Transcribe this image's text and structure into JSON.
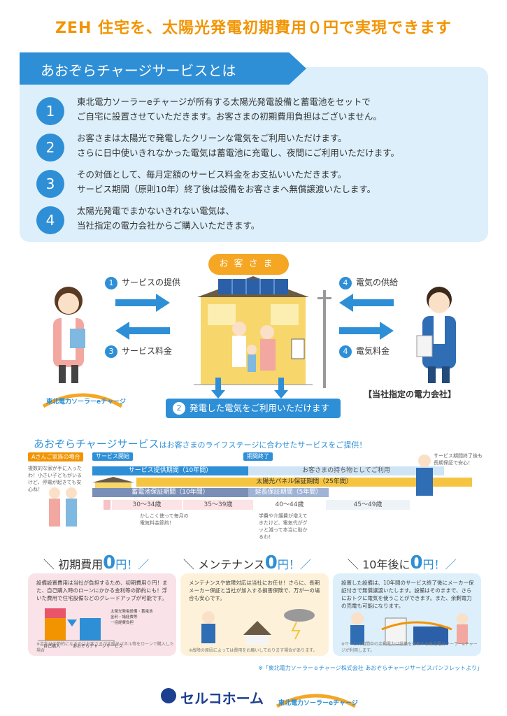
{
  "headline": "ZEH 住宅を、太陽光発電初期費用０円で実現できます",
  "about": {
    "title": "あおぞらチャージサービスとは",
    "items": [
      {
        "num": "1",
        "line1": "東北電力ソーラーeチャージが所有する太陽光発電設備と蓄電池をセットで",
        "line2": "ご自宅に設置させていただきます。お客さまの初期費用負担はございません。"
      },
      {
        "num": "2",
        "line1": "お客さまは太陽光で発電したクリーンな電気をご利用いただけます。",
        "line2": "さらに日中使いきれなかった電気は蓄電池に充電し、夜間にご利用いただけます。"
      },
      {
        "num": "3",
        "line1": "その対価として、毎月定額のサービス料金をお支払いいただきます。",
        "line2": "サービス期間（原則10年）終了後は設備をお客さまへ無償譲渡いたします。"
      },
      {
        "num": "4",
        "line1": "太陽光発電でまかないきれない電気は、",
        "line2": "当社指定の電力会社からご購入いただきます。"
      }
    ]
  },
  "scene": {
    "customer_badge": "お客さま",
    "flow": [
      {
        "num": "1",
        "label": "サービスの提供"
      },
      {
        "num": "3",
        "label": "サービス料金"
      },
      {
        "num": "4",
        "label": "電気の供給"
      },
      {
        "num": "4",
        "label": "電気料金"
      }
    ],
    "partner_label": "【当社指定の電力会社】",
    "generation": {
      "num": "2",
      "label": "発電した電気をご利用いただけます"
    },
    "ec_logo_text": "東北電力ソーラーeチャージ"
  },
  "life": {
    "title_main": "あおぞらチャージサービス",
    "title_sub": "はお客さまのライフステージに合わせたサービスをご提供！",
    "family_tag": "Aさんご家族の場合",
    "family_note": "複数的な家が手に入ったわ！小さい子どもがいるけど、停電が起きても安心ね！",
    "tag_start": "サービス開始",
    "tag_end": "期間終了",
    "bar_service": "サービス提供期間（10年間）",
    "bar_own": "お客さまの持ち物としてご利用",
    "bar_panel": "太陽光パネル保証期間（25年間）",
    "bar_battery": "蓄電池保証期間（10年間）",
    "bar_extended": "延長保証期間（5年間）",
    "ages": [
      "30～34歳",
      "35～39歳",
      "40～44歳",
      "45～49歳"
    ],
    "note_a": "かしこく使って毎月の電気料金節約！",
    "note_b": "学費や介護費が増えてきたけど、電気代がグッと減って本当に助かるわ！",
    "note_c": "サービス期間終了後も長期保証で安心！"
  },
  "benefits": [
    {
      "prefix": "＼ 初期費用",
      "zero": "0",
      "suffix": "円！／",
      "text": "設備設置費用は当社が負担するため、初期費用０円！また、自己購入時のローンにかかる金利等の節約にも！浮いた費用で住宅設備などのグレードアップが可能です。",
      "chart_left": "自己購入",
      "chart_right": "あおぞらチャージサービス",
      "legend": [
        "太陽光発電設備・蓄電池",
        "金利・諸経費等",
        "一括経費負担"
      ],
      "foot": "※金利分の節約になるのはお客さまが太陽光パネル等をローンで購入した場合"
    },
    {
      "prefix": "＼ メンテナンス",
      "zero": "0",
      "suffix": "円！／",
      "text": "メンテナンスや故障対応は当社にお任せ！さらに、長期メーカー保証と当社が加入する損害保険で、万が一の場合も安心です。",
      "foot": "※故障の原因によっては費用をお願いしております場合があります。"
    },
    {
      "prefix": "＼ 10年後に",
      "zero": "0",
      "suffix": "円！／",
      "text": "設置した設備は、10年間のサービス終了後にメーカー保証付きで無償譲渡いたします。設備はそのままで、さらにおトクに電気を使うことができます。また、余剰電力の売電も可能になります。",
      "foot": "※サービス期間中の余剰電力は設備を保有する東北電力ソーラーeチャージが利用します。"
    }
  ],
  "source": "※「東北電力ソーラーｅチャージ株式会社 あおぞらチャージサービスパンフレットより」",
  "footer": {
    "brand": "セルコホーム",
    "ec_logo_text": "東北電力ソーラーeチャージ"
  },
  "colors": {
    "accent": "#2e8fd6",
    "orange": "#f29400",
    "panel_pink": "#f9e3e8",
    "panel_cream": "#fdf2d9",
    "panel_blue": "#dceffa"
  }
}
